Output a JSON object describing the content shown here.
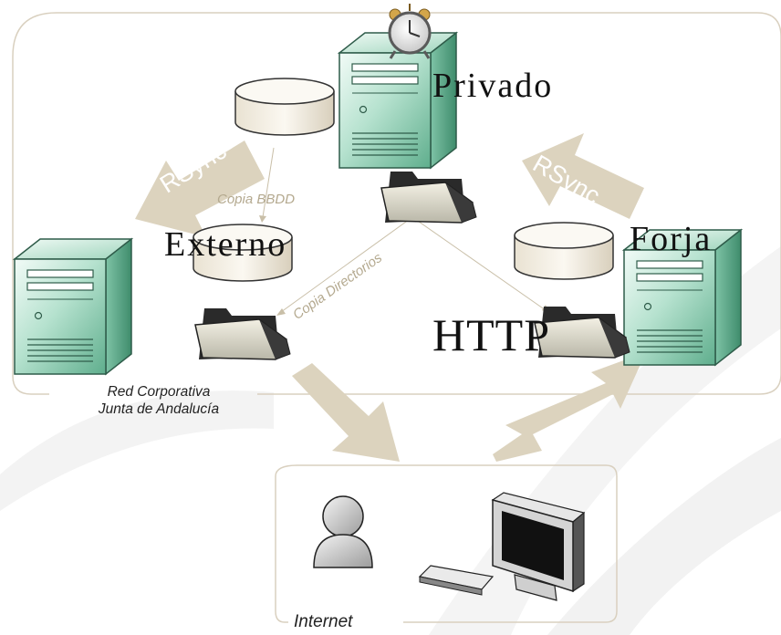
{
  "nodes": {
    "privado": "Privado",
    "externo": "Externo",
    "forja": "Forja"
  },
  "protocol": "HTTP",
  "arrows": {
    "rsync_left": "RSync",
    "rsync_right": "RSync"
  },
  "links": {
    "copia_bbdd": "Copia BBDD",
    "copia_directorios": "Copia Directorios"
  },
  "zones": {
    "corporate_line1": "Red Corporativa",
    "corporate_line2": "Junta de Andalucía",
    "internet": "Internet"
  },
  "colors": {
    "arrow": "#dcd3be",
    "server_green": "#a9dcc6",
    "zone_border": "#d9d0bf"
  }
}
